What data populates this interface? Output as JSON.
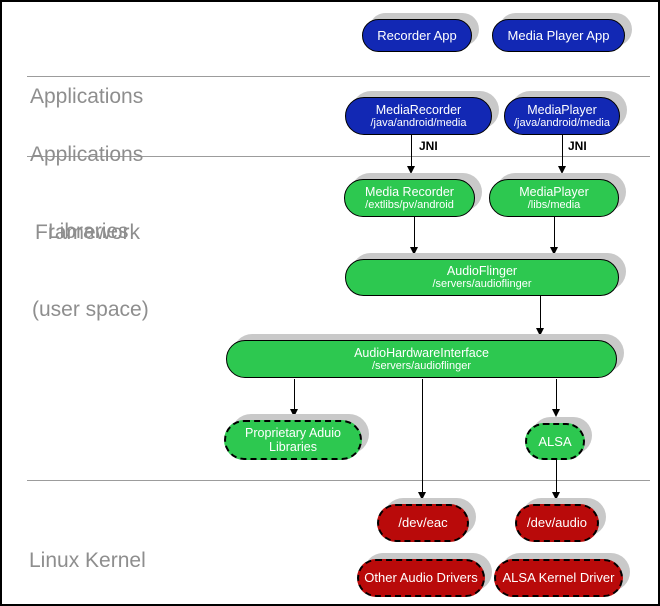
{
  "diagram": {
    "sections": {
      "applications": {
        "label": "Applications"
      },
      "framework": {
        "line1": "Applications",
        "line2": "Framework"
      },
      "libraries": {
        "line1": "Libraries",
        "line2": "(user space)"
      },
      "kernel": {
        "label": "Linux Kernel"
      }
    },
    "labels": {
      "jni_left": "JNI",
      "jni_right": "JNI"
    },
    "nodes": {
      "recorder_app": {
        "title": "Recorder App"
      },
      "media_player_app": {
        "title": "Media Player App"
      },
      "media_recorder_fw": {
        "title": "MediaRecorder",
        "subtitle": "/java/android/media"
      },
      "media_player_fw": {
        "title": "MediaPlayer",
        "subtitle": "/java/android/media"
      },
      "media_recorder_lib": {
        "title": "Media Recorder",
        "subtitle": "/extlibs/pv/android"
      },
      "media_player_lib": {
        "title": "MediaPlayer",
        "subtitle": "/libs/media"
      },
      "audio_flinger": {
        "title": "AudioFlinger",
        "subtitle": "/servers/audioflinger"
      },
      "audio_hardware_interface": {
        "title": "AudioHardwareInterface",
        "subtitle": "/servers/audioflinger"
      },
      "proprietary_audio_libraries": {
        "title": "Proprietary Aduio Libraries"
      },
      "alsa": {
        "title": "ALSA"
      },
      "dev_eac": {
        "title": "/dev/eac"
      },
      "dev_audio": {
        "title": "/dev/audio"
      },
      "other_audio_drivers": {
        "title": "Other Audio Drivers"
      },
      "alsa_kernel_driver": {
        "title": "ALSA Kernel Driver"
      }
    },
    "colors": {
      "app_blue": "#1228b4",
      "lib_green": "#2dc850",
      "kernel_red": "#b90a0a",
      "shadow_gray": "#c9c9c9",
      "section_label_gray": "#8e8e8e"
    }
  }
}
